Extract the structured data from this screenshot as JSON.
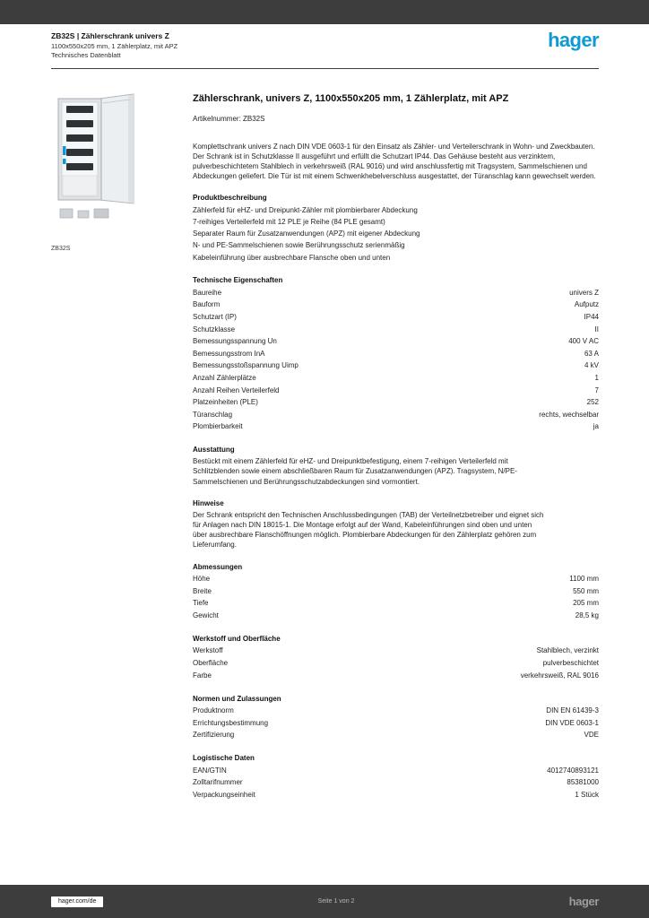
{
  "colors": {
    "brand_blue": "#0f9ad6"
  },
  "header": {
    "ref_line": "ZB32S | Zählerschrank univers Z",
    "desc_line": "1100x550x205 mm, 1 Zählerplatz, mit APZ",
    "doc_line": "Technisches Datenblatt",
    "logo_text": "hager"
  },
  "product": {
    "image_caption": "ZB32S"
  },
  "main": {
    "title": "Zählerschrank, univers Z, 1100x550x205 mm, 1 Zählerplatz, mit APZ",
    "subtitle": "Artikelnummer: ZB32S",
    "intro": "Komplettschrank univers Z nach DIN VDE 0603-1 für den Einsatz als Zähler- und Verteilerschrank in Wohn- und Zweckbauten. Der Schrank ist in Schutzklasse II ausgeführt und erfüllt die Schutzart IP44. Das Gehäuse besteht aus verzinktem, pulverbeschichtetem Stahlblech in verkehrsweiß (RAL 9016) und wird anschlussfertig mit Tragsystem, Sammelschienen und Abdeckungen geliefert. Die Tür ist mit einem Schwenkhebelverschluss ausgestattet, der Türanschlag kann gewechselt werden.",
    "sections": [
      {
        "heading": "Produktbeschreibung",
        "type": "bullets",
        "items": [
          "Zählerfeld für eHZ- und Dreipunkt-Zähler mit plombierbarer Abdeckung",
          "7-reihiges Verteilerfeld mit 12 PLE je Reihe (84 PLE gesamt)",
          "Separater Raum für Zusatzanwendungen (APZ) mit eigener Abdeckung",
          "N- und PE-Sammelschienen sowie Berührungsschutz serienmäßig",
          "Kabeleinführung über ausbrechbare Flansche oben und unten"
        ]
      },
      {
        "heading": "Technische Eigenschaften",
        "type": "rows",
        "rows": [
          {
            "label": "Baureihe",
            "value": "univers Z"
          },
          {
            "label": "Bauform",
            "value": "Aufputz"
          },
          {
            "label": "Schutzart (IP)",
            "value": "IP44"
          },
          {
            "label": "Schutzklasse",
            "value": "II"
          },
          {
            "label": "Bemessungsspannung Un",
            "value": "400 V AC"
          },
          {
            "label": "Bemessungsstrom InA",
            "value": "63 A"
          },
          {
            "label": "Bemessungsstoßspannung Uimp",
            "value": "4 kV"
          },
          {
            "label": "Anzahl Zählerplätze",
            "value": "1"
          },
          {
            "label": "Anzahl Reihen Verteilerfeld",
            "value": "7"
          },
          {
            "label": "Platzeinheiten (PLE)",
            "value": "252"
          },
          {
            "label": "Türanschlag",
            "value": "rechts, wechselbar"
          },
          {
            "label": "Plombierbarkeit",
            "value": "ja"
          }
        ]
      },
      {
        "heading": "Ausstattung",
        "type": "text",
        "text": "Bestückt mit einem Zählerfeld für eHZ- und Dreipunktbefestigung, einem 7-reihigen Verteilerfeld mit Schlitzblenden sowie einem abschließbaren Raum für Zusatzanwendungen (APZ). Tragsystem, N/PE-Sammelschienen und Berührungsschutzabdeckungen sind vormontiert."
      },
      {
        "heading": "Hinweise",
        "type": "text",
        "text": "Der Schrank entspricht den Technischen Anschlussbedingungen (TAB) der Verteilnetzbetreiber und eignet sich für Anlagen nach DIN 18015-1. Die Montage erfolgt auf der Wand, Kabeleinführungen sind oben und unten über ausbrechbare Flanschöffnungen möglich. Plombierbare Abdeckungen für den Zählerplatz gehören zum Lieferumfang."
      },
      {
        "heading": "Abmessungen",
        "type": "rows",
        "rows": [
          {
            "label": "Höhe",
            "value": "1100 mm"
          },
          {
            "label": "Breite",
            "value": "550 mm"
          },
          {
            "label": "Tiefe",
            "value": "205 mm"
          },
          {
            "label": "Gewicht",
            "value": "28,5 kg"
          }
        ]
      },
      {
        "heading": "Werkstoff und Oberfläche",
        "type": "rows",
        "rows": [
          {
            "label": "Werkstoff",
            "value": "Stahlblech, verzinkt"
          },
          {
            "label": "Oberfläche",
            "value": "pulverbeschichtet"
          },
          {
            "label": "Farbe",
            "value": "verkehrsweiß, RAL 9016"
          }
        ]
      },
      {
        "heading": "Normen und Zulassungen",
        "type": "rows",
        "rows": [
          {
            "label": "Produktnorm",
            "value": "DIN EN 61439-3"
          },
          {
            "label": "Errichtungsbestimmung",
            "value": "DIN VDE 0603-1"
          },
          {
            "label": "Zertifizierung",
            "value": "VDE"
          }
        ]
      },
      {
        "heading": "Logistische Daten",
        "type": "rows",
        "rows": [
          {
            "label": "EAN/GTIN",
            "value": "4012740893121"
          },
          {
            "label": "Zolltarifnummer",
            "value": "85381000"
          },
          {
            "label": "Verpackungseinheit",
            "value": "1 Stück"
          }
        ]
      }
    ]
  },
  "footer": {
    "link": "hager.com/de",
    "page_info": "Seite 1 von 2",
    "logo_text": "hager"
  }
}
